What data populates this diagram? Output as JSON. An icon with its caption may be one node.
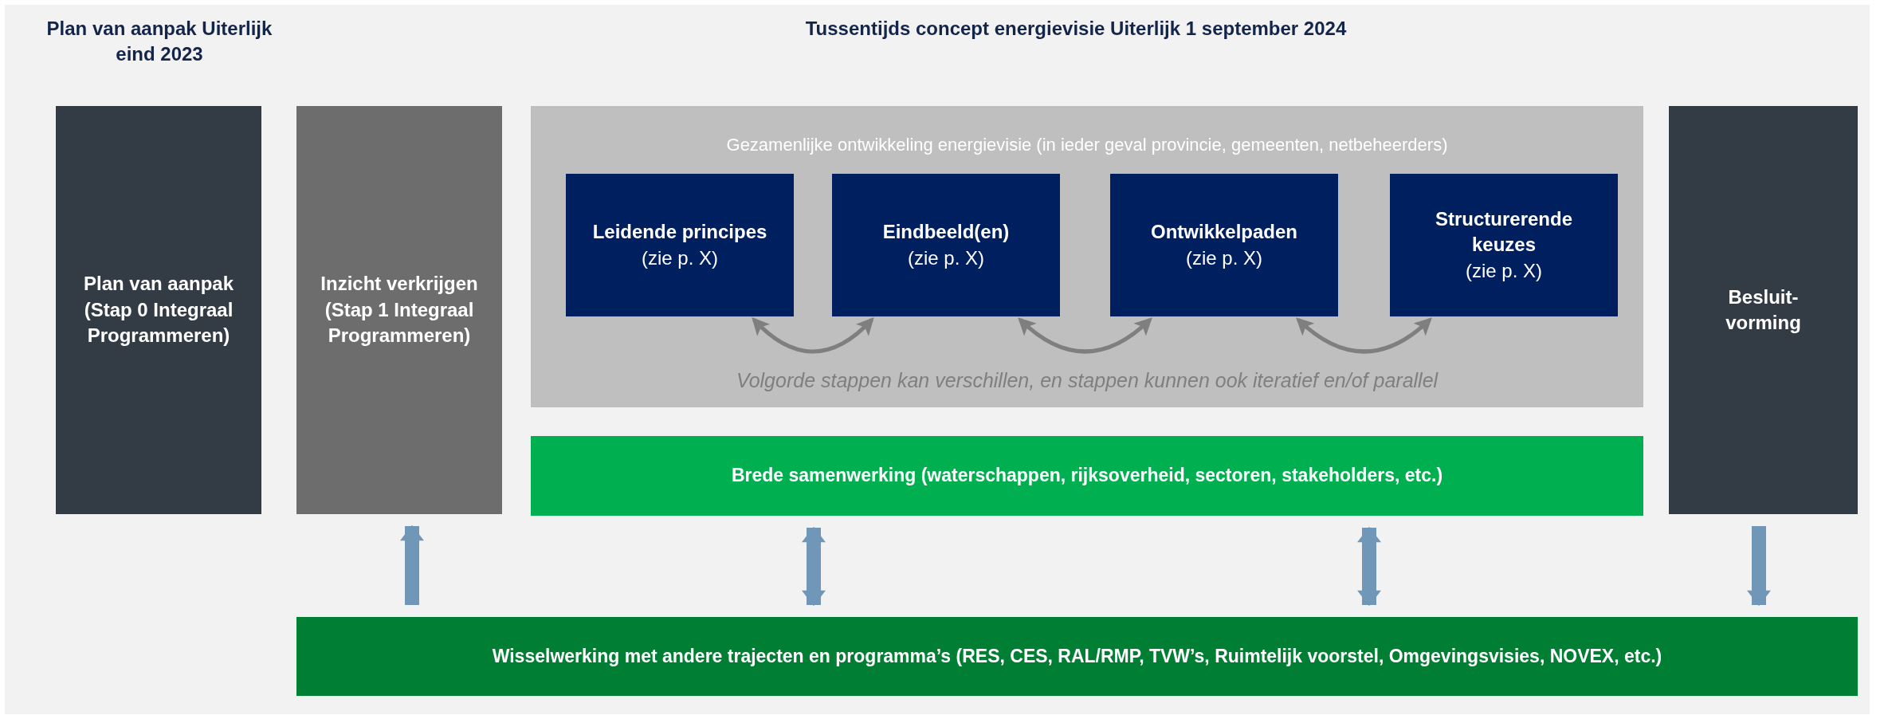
{
  "diagram": {
    "nodes": [
      {
        "text": [
          "Plan van aanpak (Stap 0 Integraal Programmeren)"
        ]
      },
      {
        "text": [
          "Inzicht verkrijgen (Stap 1 Integraal Programmeren)"
        ]
      },
      {
        "text": [
          "Gezamenlijke ontwikkeling energievisie (in ieder geval provincie, gemeenten, netbeheerders)",
          "Volgorde stappen kan verschillen, en stappen kunnen ook iteratief en/of parallel"
        ]
      },
      {
        "text": [
          "Leidende principes",
          "(zie p. X)"
        ],
        "in": 2
      },
      {
        "text": [
          "Eindbeeld(en)",
          "(zie p. X)"
        ],
        "in": 2
      },
      {
        "text": [
          "Ontwikkelpaden",
          "(zie p. X)"
        ],
        "in": 2
      },
      {
        "text": [
          "Structurerende keuzes",
          "(zie p. X)"
        ],
        "in": 2
      },
      {
        "text": [
          "Brede samenwerking (waterschappen, rijksoverheid, sectoren, stakeholders, etc.)"
        ]
      },
      {
        "text": [
          "Besluit-vorming"
        ]
      },
      {
        "text": [
          "Wisselwerking met andere trajecten en programma’s (RES, CES, RAL/RMP, TVW’s, Ruimtelijk voorstel, Omgevingsvisies, NOVEX, etc.)"
        ]
      }
    ],
    "edges": [
      {
        "from": 3,
        "to": 4,
        "arrow": "both",
        "color": "#7f7f7f"
      },
      {
        "from": 4,
        "to": 5,
        "arrow": "both",
        "color": "#7f7f7f"
      },
      {
        "from": 5,
        "to": 6,
        "arrow": "both",
        "color": "#7f7f7f"
      },
      {
        "from": 9,
        "to": 1,
        "arrow": "to"
      },
      {
        "from": 7,
        "to": 9,
        "arrow": "both"
      },
      {
        "from": 7,
        "to": 9,
        "arrow": "both"
      },
      {
        "from": 8,
        "to": 9,
        "arrow": "to"
      }
    ],
    "labels": [
      "Plan van aanpak Uiterlijk eind 2023",
      "Tussentijds concept energievisie Uiterlijk 1 september 2024"
    ]
  }
}
